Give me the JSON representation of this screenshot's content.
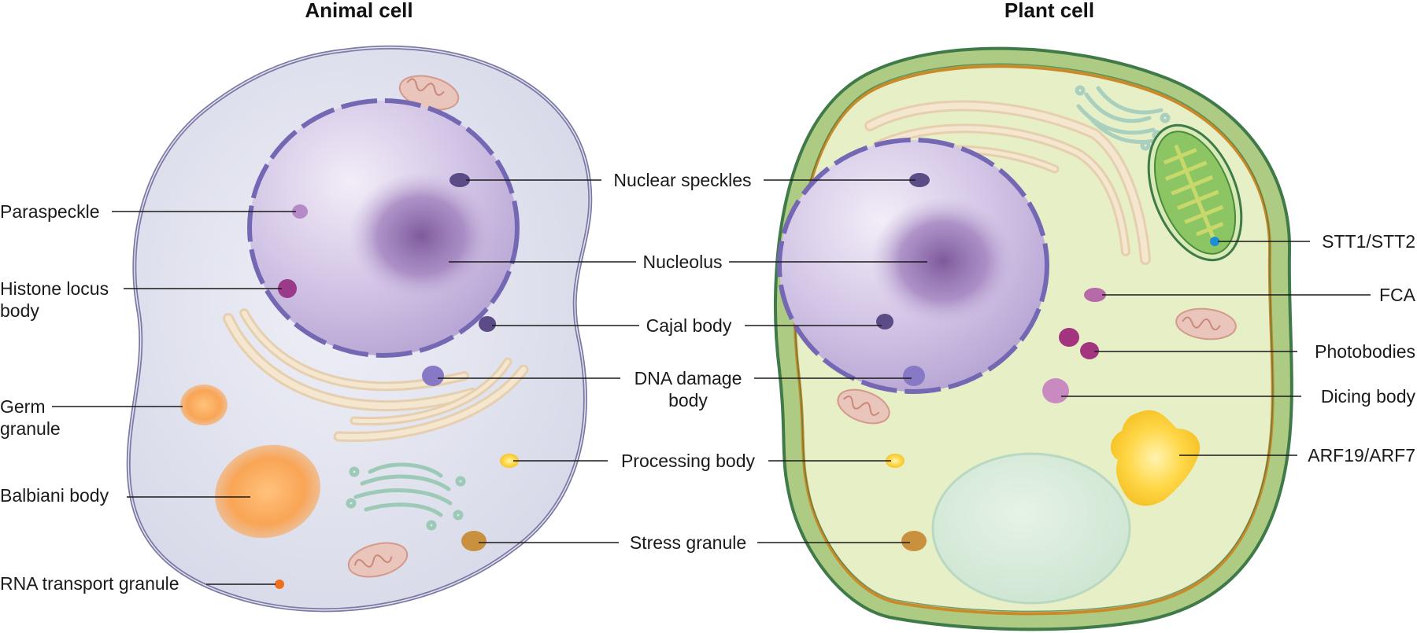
{
  "titles": {
    "animal": "Animal cell",
    "plant": "Plant cell"
  },
  "labels": {
    "paraspeckle": "Paraspeckle",
    "histone_locus_1": "Histone locus",
    "histone_locus_2": "body",
    "germ_1": "Germ",
    "germ_2": "granule",
    "balbiani": "Balbiani body",
    "rna_transport": "RNA transport granule",
    "nuclear_speckles": "Nuclear speckles",
    "nucleolus": "Nucleolus",
    "cajal": "Cajal body",
    "dna_damage_1": "DNA damage",
    "dna_damage_2": "body",
    "processing": "Processing body",
    "stress": "Stress granule",
    "stt": "STT1/STT2",
    "fca": "FCA",
    "photobodies": "Photobodies",
    "dicing": "Dicing body",
    "arf": "ARF19/ARF7"
  },
  "colors": {
    "animal_cytoplasm": "#dfe0ec",
    "animal_membrane": "#7b7aa6",
    "plant_cytoplasm": "#e6efc6",
    "plant_wall": "#aecb84",
    "plant_outline": "#3f7a48",
    "plant_membrane": "#c98a2a",
    "nucleus": "#cdbde2",
    "nuclear_envelope": "#7468b4",
    "nucleolus": "#8a6aa8",
    "er": "#eed9b8",
    "golgi": "#a9cfbf",
    "mitochondrion": "#e3b7ac",
    "chloroplast": "#7fbf5a",
    "vacuole": "#d5ead8",
    "orange_granule": "#f7a45a",
    "yellow_body": "#ffd24a",
    "stress_granule": "#c9913e",
    "speckle": "#5b4b86",
    "magenta_body": "#a3357e",
    "stt": "#1a8fd6"
  }
}
